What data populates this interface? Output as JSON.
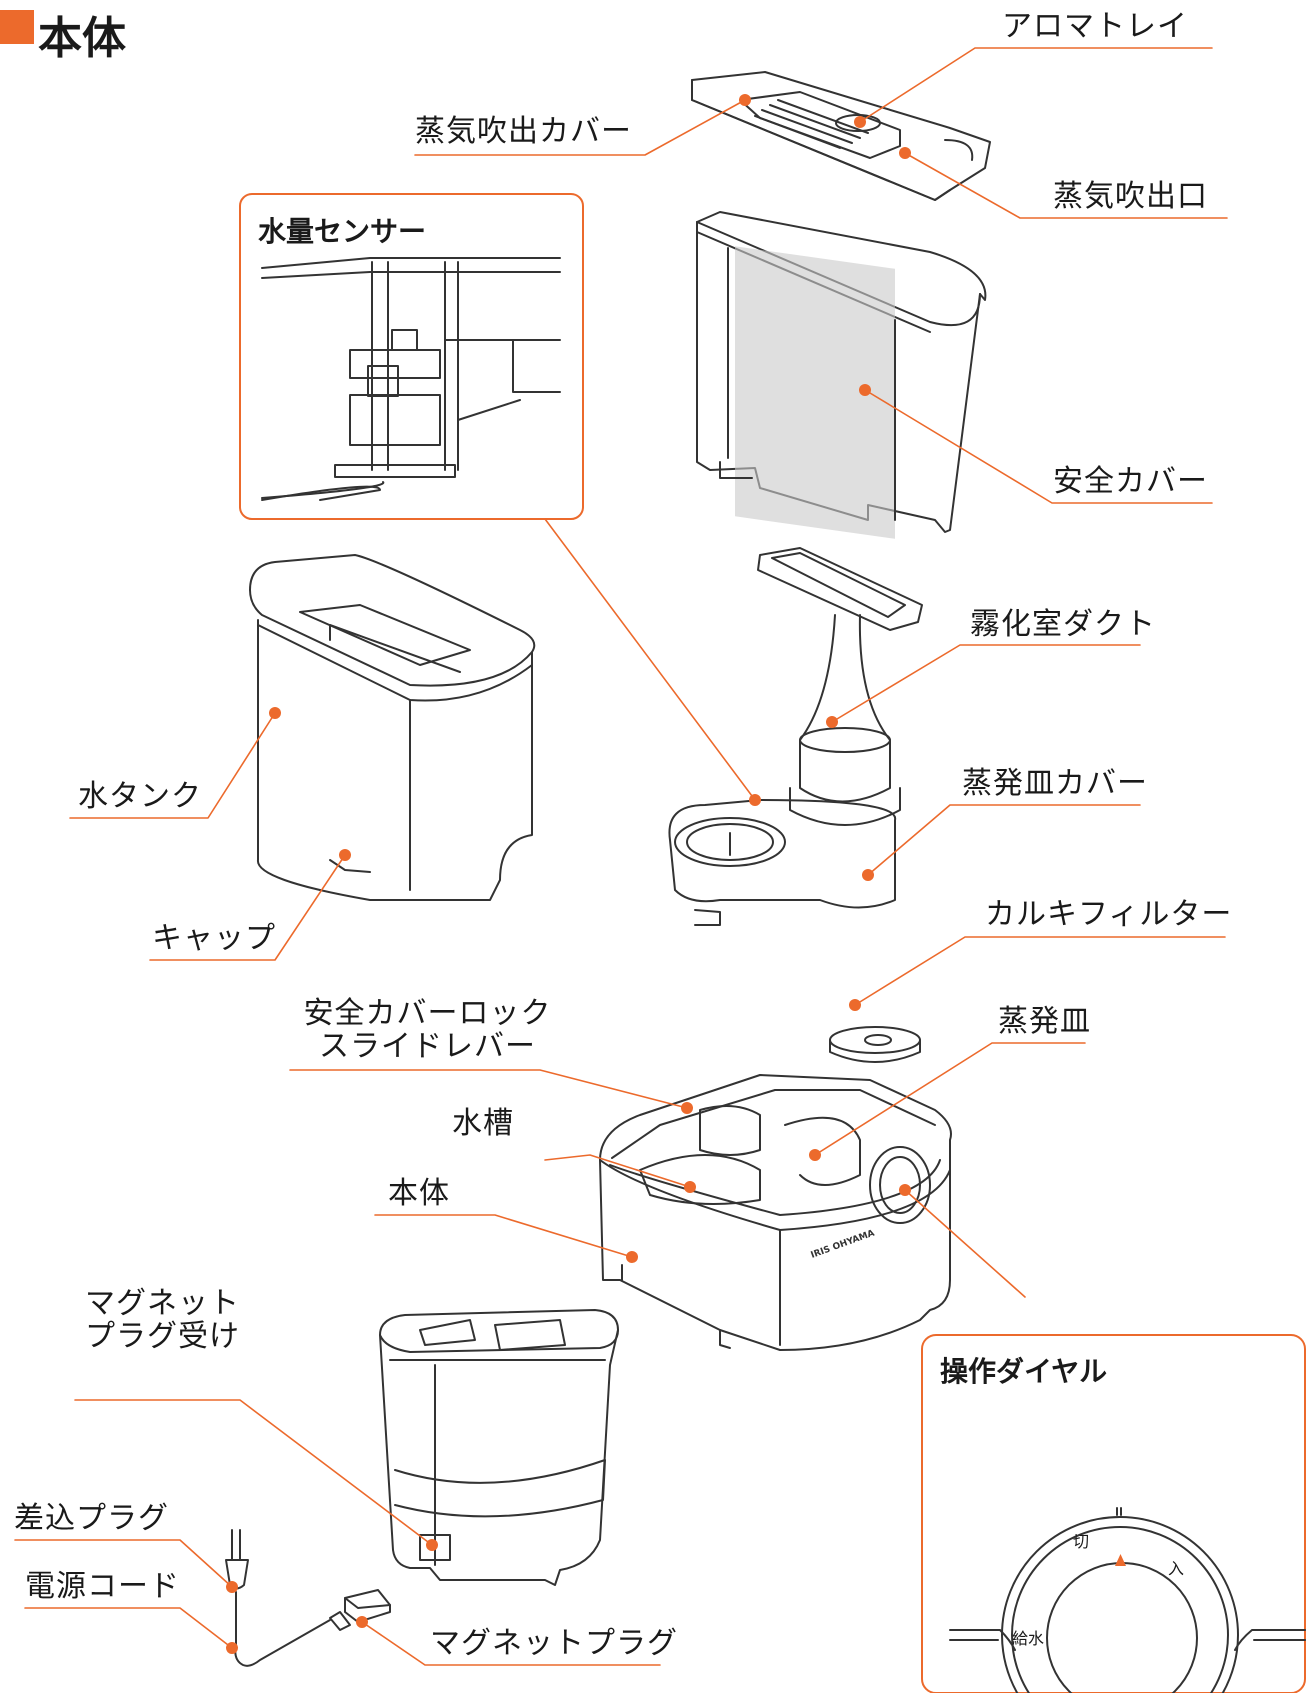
{
  "colors": {
    "accent": "#ec6a2c",
    "line": "#333333"
  },
  "page_title": "本体",
  "labels": {
    "aroma_tray": "アロマトレイ",
    "steam_outlet_cover": "蒸気吹出カバー",
    "steam_outlet": "蒸気吹出口",
    "safety_cover": "安全カバー",
    "atomizer_duct": "霧化室ダクト",
    "water_tank": "水タンク",
    "evap_dish_cover": "蒸発皿カバー",
    "cap": "キャップ",
    "calcium_filter": "カルキフィルター",
    "safety_lock_line1": "安全カバーロック",
    "safety_lock_line2": "スライドレバー",
    "evap_dish": "蒸発皿",
    "water_basin": "水槽",
    "main_body": "本体",
    "magnet_receiver_line1": "マグネット",
    "magnet_receiver_line2": "プラグ受け",
    "plug": "差込プラグ",
    "power_cord": "電源コード",
    "magnet_plug": "マグネットプラグ"
  },
  "insets": {
    "water_sensor_title": "水量センサー",
    "dial_title": "操作ダイヤル"
  },
  "dial": {
    "off": "切",
    "on": "入",
    "refill": "給水"
  },
  "brand": "IRIS OHYAMA"
}
